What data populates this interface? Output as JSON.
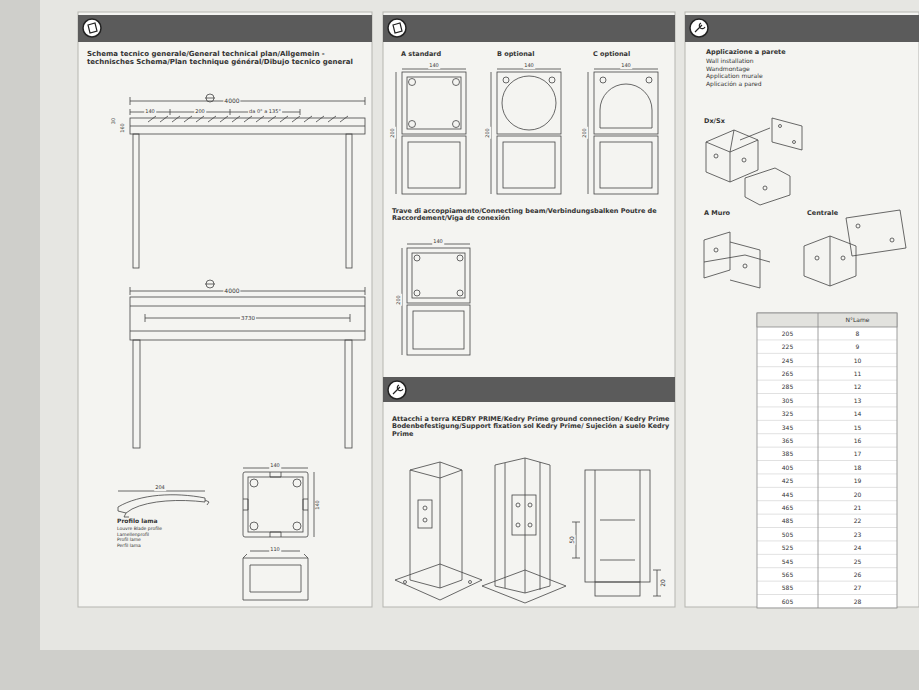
{
  "diagram": {
    "labels": [
      "Schema tecnico generale/General technical plan/Allgemein - technisches Schema/Plan technique général/Dibujo tecnico general",
      "4000",
      "140",
      "200",
      "da 0° a 135°",
      "30",
      "160",
      "4000",
      "3730",
      "204",
      "Profilo lama",
      "Louvre Blade profile",
      "Lamellenprofil",
      "Profil lame",
      "Perfil lama",
      "140",
      "140",
      "110",
      "A standard",
      "B optional",
      "C optional",
      "140",
      "200",
      "140",
      "200",
      "140",
      "200",
      "Trave di accoppiamento/Connecting beam/Verbindungsbalken Poutre de Raccordement/Viga de conexión",
      "140",
      "200",
      "Attacchi a terra KEDRY PRIME/Kedry Prime ground connection/ Kedry Prime Bodenbefestigung/Support fixation sol Kedry Prime/ Sujeción a suelo Kedry Prime",
      "50",
      "20",
      "Applicazione a parete",
      "Wall installation",
      "Wandmontage",
      "Application murale",
      "Aplicación a pared",
      "Dx/Sx",
      "A Muro",
      "Centrale",
      "N°Lame",
      "205",
      "8",
      "225",
      "9",
      "245",
      "10",
      "265",
      "11",
      "285",
      "12",
      "305",
      "13",
      "325",
      "14",
      "345",
      "15",
      "365",
      "16",
      "385",
      "17",
      "405",
      "18",
      "425",
      "19",
      "445",
      "20",
      "465",
      "21",
      "485",
      "22",
      "505",
      "23",
      "525",
      "24",
      "545",
      "25",
      "565",
      "26",
      "585",
      "27",
      "605",
      "28"
    ]
  }
}
